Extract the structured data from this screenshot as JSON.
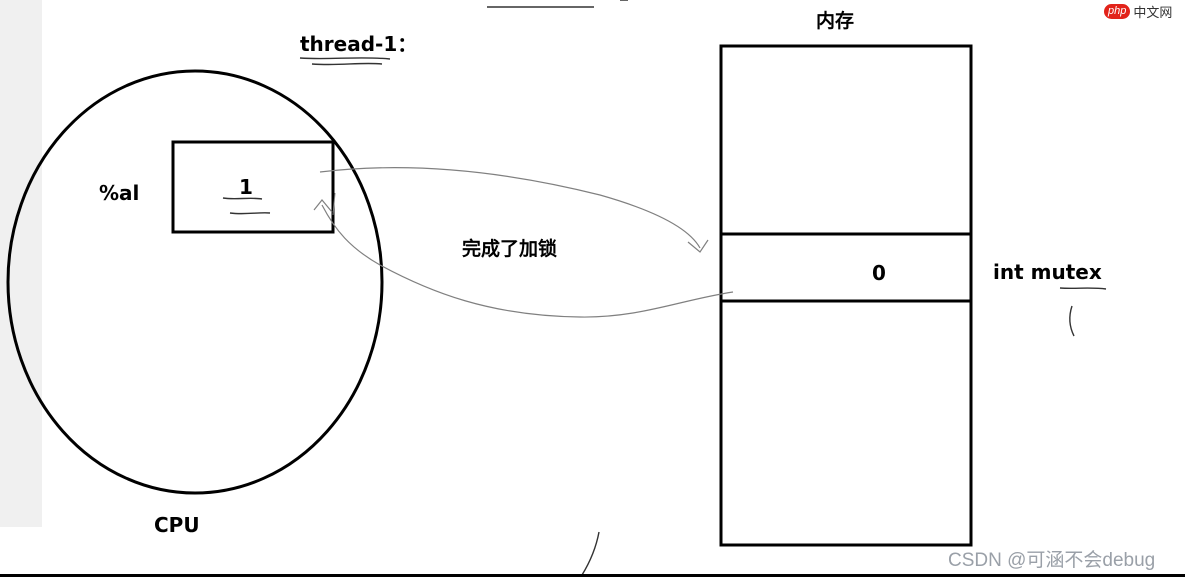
{
  "title": "thread-1：",
  "memory_title": "内存",
  "register_label": "%al",
  "register_value": "1",
  "arrow_label": "完成了加锁",
  "memory_cell_value": "0",
  "variable_label": "int mutex",
  "cpu_label": "CPU",
  "logo": {
    "badge": "php",
    "text": "中文网"
  },
  "watermark": "CSDN @可涵不会debug",
  "colors": {
    "stroke": "#000000",
    "arrow": "#808080",
    "gutter": "#f0f0f0",
    "logo_red": "#e2231a",
    "watermark": "#9aa0a8"
  }
}
